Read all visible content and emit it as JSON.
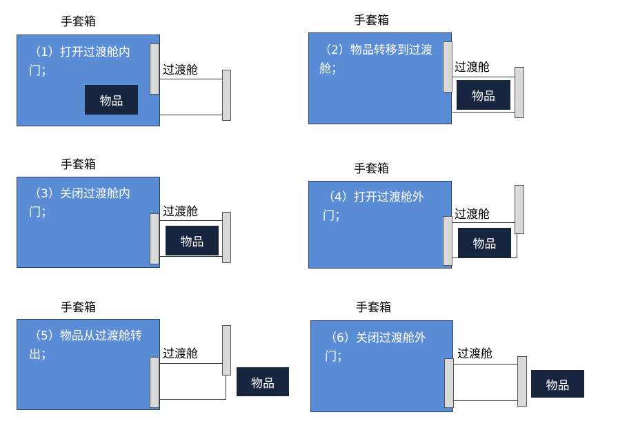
{
  "glovebox_label": "手套箱",
  "chamber_label": "过渡舱",
  "item_label": "物品",
  "colors": {
    "glovebox_fill": "#5b8dd6",
    "item_fill": "#17253f",
    "door_fill": "#d9d9d9"
  },
  "steps": [
    {
      "text": "（1）打开过渡舱内门；"
    },
    {
      "text": "（2）物品转移到过渡舱；"
    },
    {
      "text": "（3）关闭过渡舱内门；"
    },
    {
      "text": "（4）打开过渡舱外门；"
    },
    {
      "text": "（5）物品从过渡舱转出；"
    },
    {
      "text": "（6）关闭过渡舱外门；"
    }
  ]
}
